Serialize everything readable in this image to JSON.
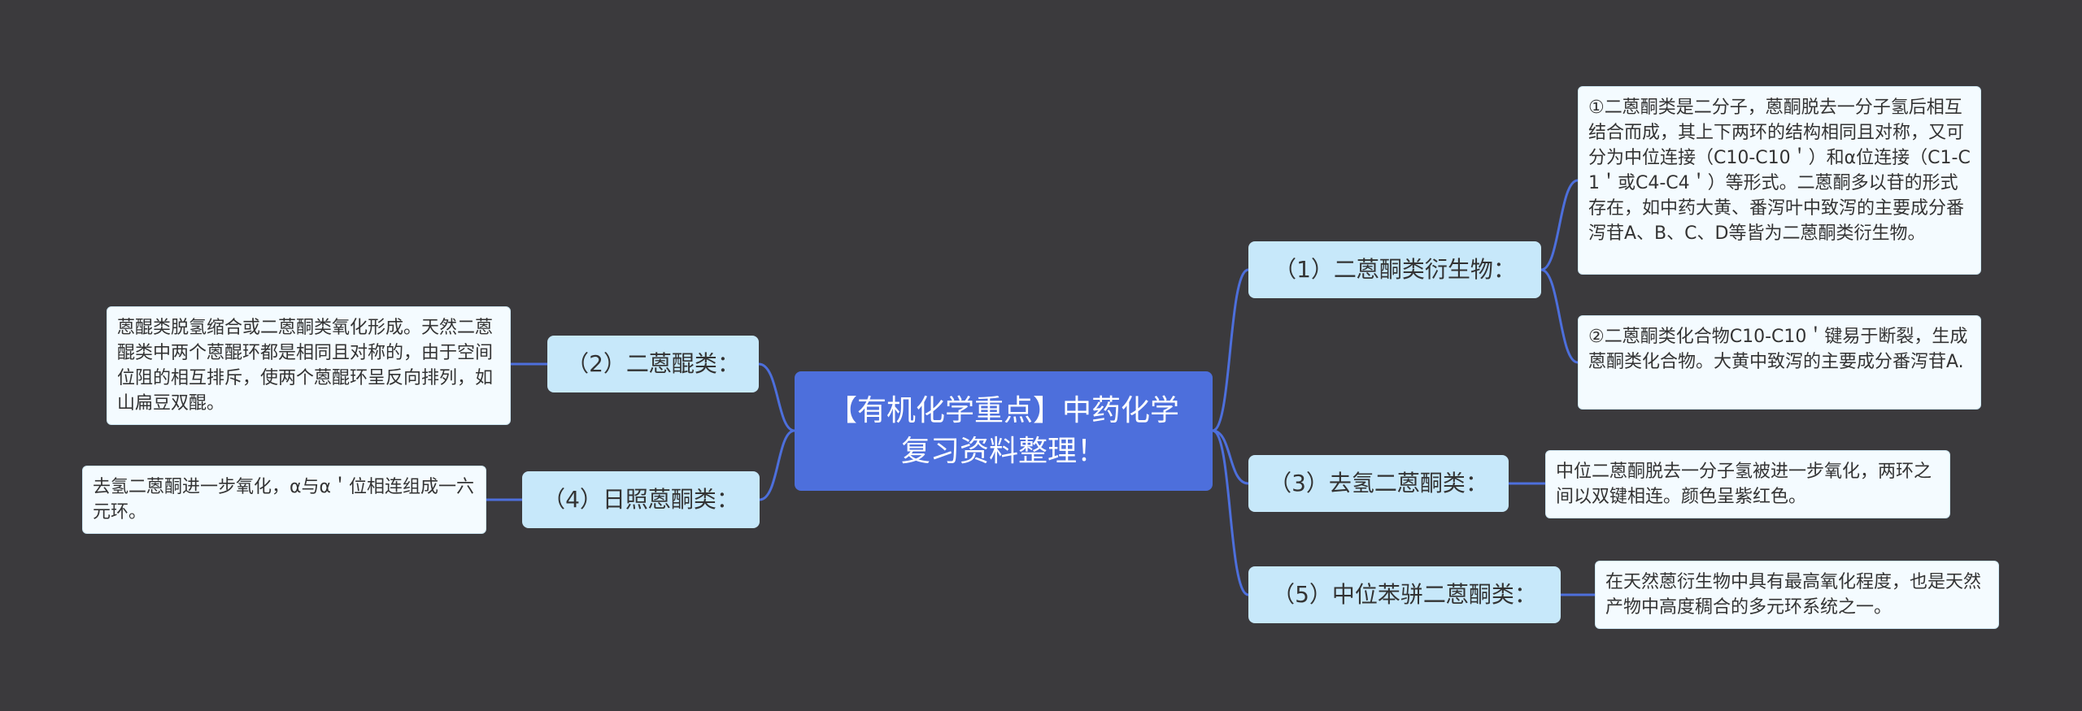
{
  "colors": {
    "background": "#3b3a3d",
    "root": "#4d6fdc",
    "branch": "#c7e8fa",
    "leaf": "#f4fbff",
    "connector": "#4d6fdc"
  },
  "root": {
    "title": "【有机化学重点】中药化学复习资料整理！"
  },
  "branches": [
    {
      "label": "（1）二蒽酮类衍生物：",
      "notes": [
        "①二蒽酮类是二分子，蒽酮脱去一分子氢后相互结合而成，其上下两环的结构相同且对称，又可分为中位连接（C10-C10＇）和α位连接（C1-C1＇或C4-C4＇）等形式。二蒽酮多以苷的形式存在，如中药大黄、番泻叶中致泻的主要成分番泻苷A、B、C、D等皆为二蒽酮类衍生物。",
        "②二蒽酮类化合物C10-C10＇键易于断裂，生成蒽酮类化合物。大黄中致泻的主要成分番泻苷A."
      ]
    },
    {
      "label": "（2）二蒽醌类：",
      "notes": [
        "蒽醌类脱氢缩合或二蒽酮类氧化形成。天然二蒽醌类中两个蒽醌环都是相同且对称的，由于空间位阻的相互排斥，使两个蒽醌环呈反向排列，如山扁豆双醌。"
      ]
    },
    {
      "label": "（3）去氢二蒽酮类：",
      "notes": [
        "中位二蒽酮脱去一分子氢被进一步氧化，两环之间以双键相连。颜色呈紫红色。"
      ]
    },
    {
      "label": "（4）日照蒽酮类：",
      "notes": [
        "去氢二蒽酮进一步氧化，α与α＇位相连组成一六元环。"
      ]
    },
    {
      "label": "（5）中位苯骈二蒽酮类：",
      "notes": [
        "在天然蒽衍生物中具有最高氧化程度，也是天然产物中高度稠合的多元环系统之一。"
      ]
    }
  ]
}
